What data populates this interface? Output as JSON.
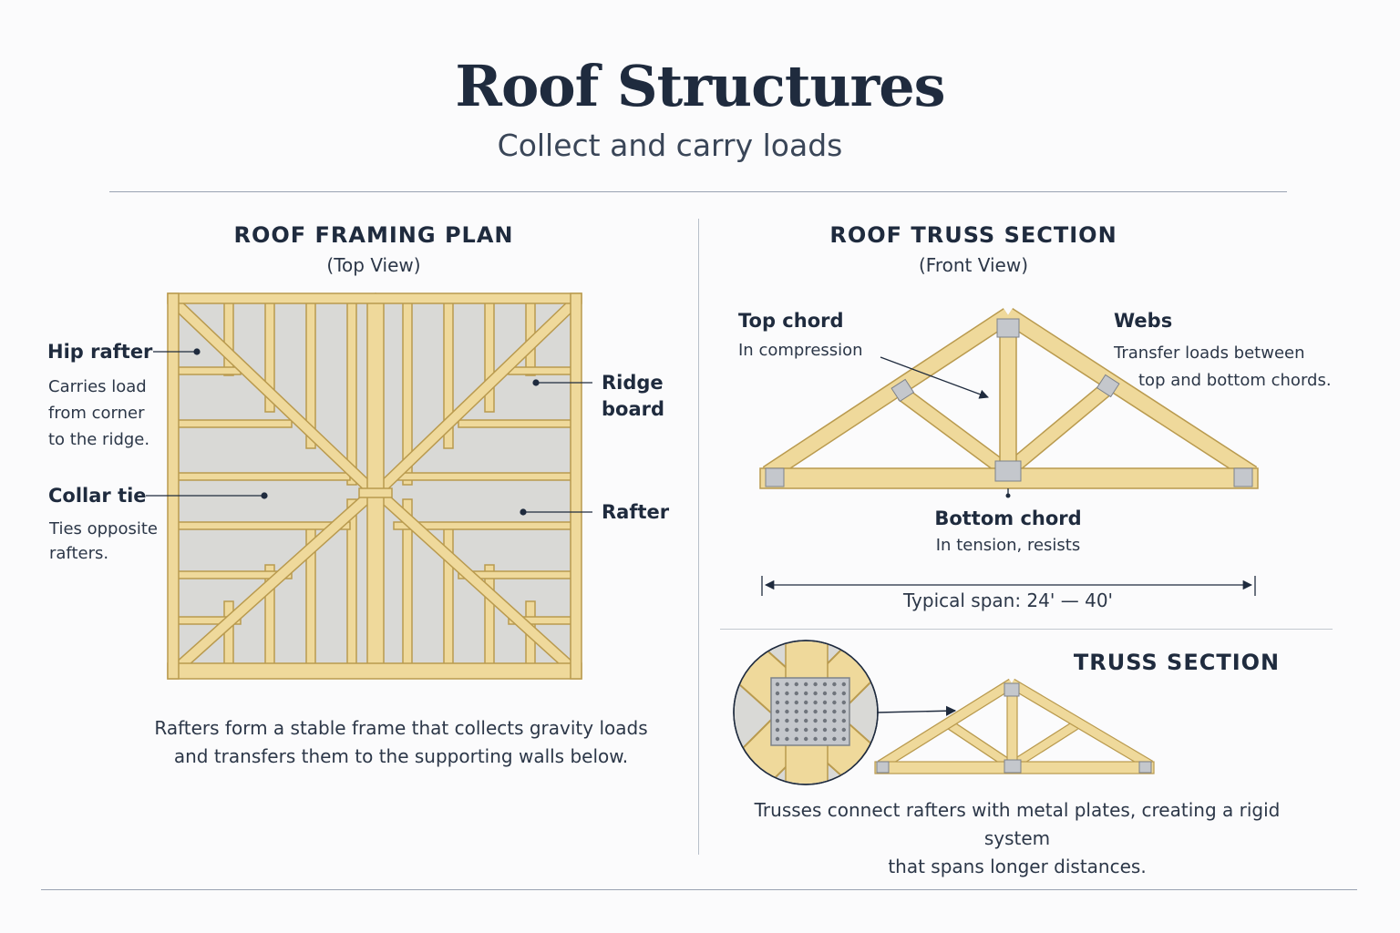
{
  "header": {
    "title": "Roof Structures",
    "subtitle": "Collect and carry loads"
  },
  "framing_plan": {
    "heading": "ROOF FRAMING PLAN",
    "view": "(Top View)",
    "labels": {
      "hip_rafter_title": "Hip rafter",
      "hip_rafter_desc_1": "Carries load",
      "hip_rafter_desc_2": "from corner",
      "hip_rafter_desc_3": "to the ridge.",
      "collar_tie_title": "Collar tie",
      "collar_tie_desc_1": "Ties opposite",
      "collar_tie_desc_2": "rafters.",
      "ridge_board_1": "Ridge",
      "ridge_board_2": "board",
      "rafter": "Rafter"
    },
    "caption_1": "Rafters form a stable frame that collects gravity loads",
    "caption_2": "and transfers them to the supporting walls below."
  },
  "truss_section": {
    "heading": "ROOF TRUSS SECTION",
    "view": "(Front View)",
    "labels": {
      "top_chord_title": "Top chord",
      "top_chord_desc": "In compression",
      "webs_title": "Webs",
      "webs_desc_1": "Transfer loads between",
      "webs_desc_2": "top and bottom chords.",
      "bottom_chord_title": "Bottom chord",
      "bottom_chord_desc": "In tension, resists",
      "span": "Typical span: 24' — 40'"
    }
  },
  "detail": {
    "heading": "TRUSS SECTION",
    "caption_1": "Trusses connect rafters with metal plates, creating a rigid system",
    "caption_2": "that spans longer distances."
  },
  "colors": {
    "wood": "#efd99b",
    "wood_edge": "#b99a4e",
    "sheathing": "#d9d9d6",
    "plate": "#c4c7cc",
    "ink": "#1f2b3e"
  }
}
